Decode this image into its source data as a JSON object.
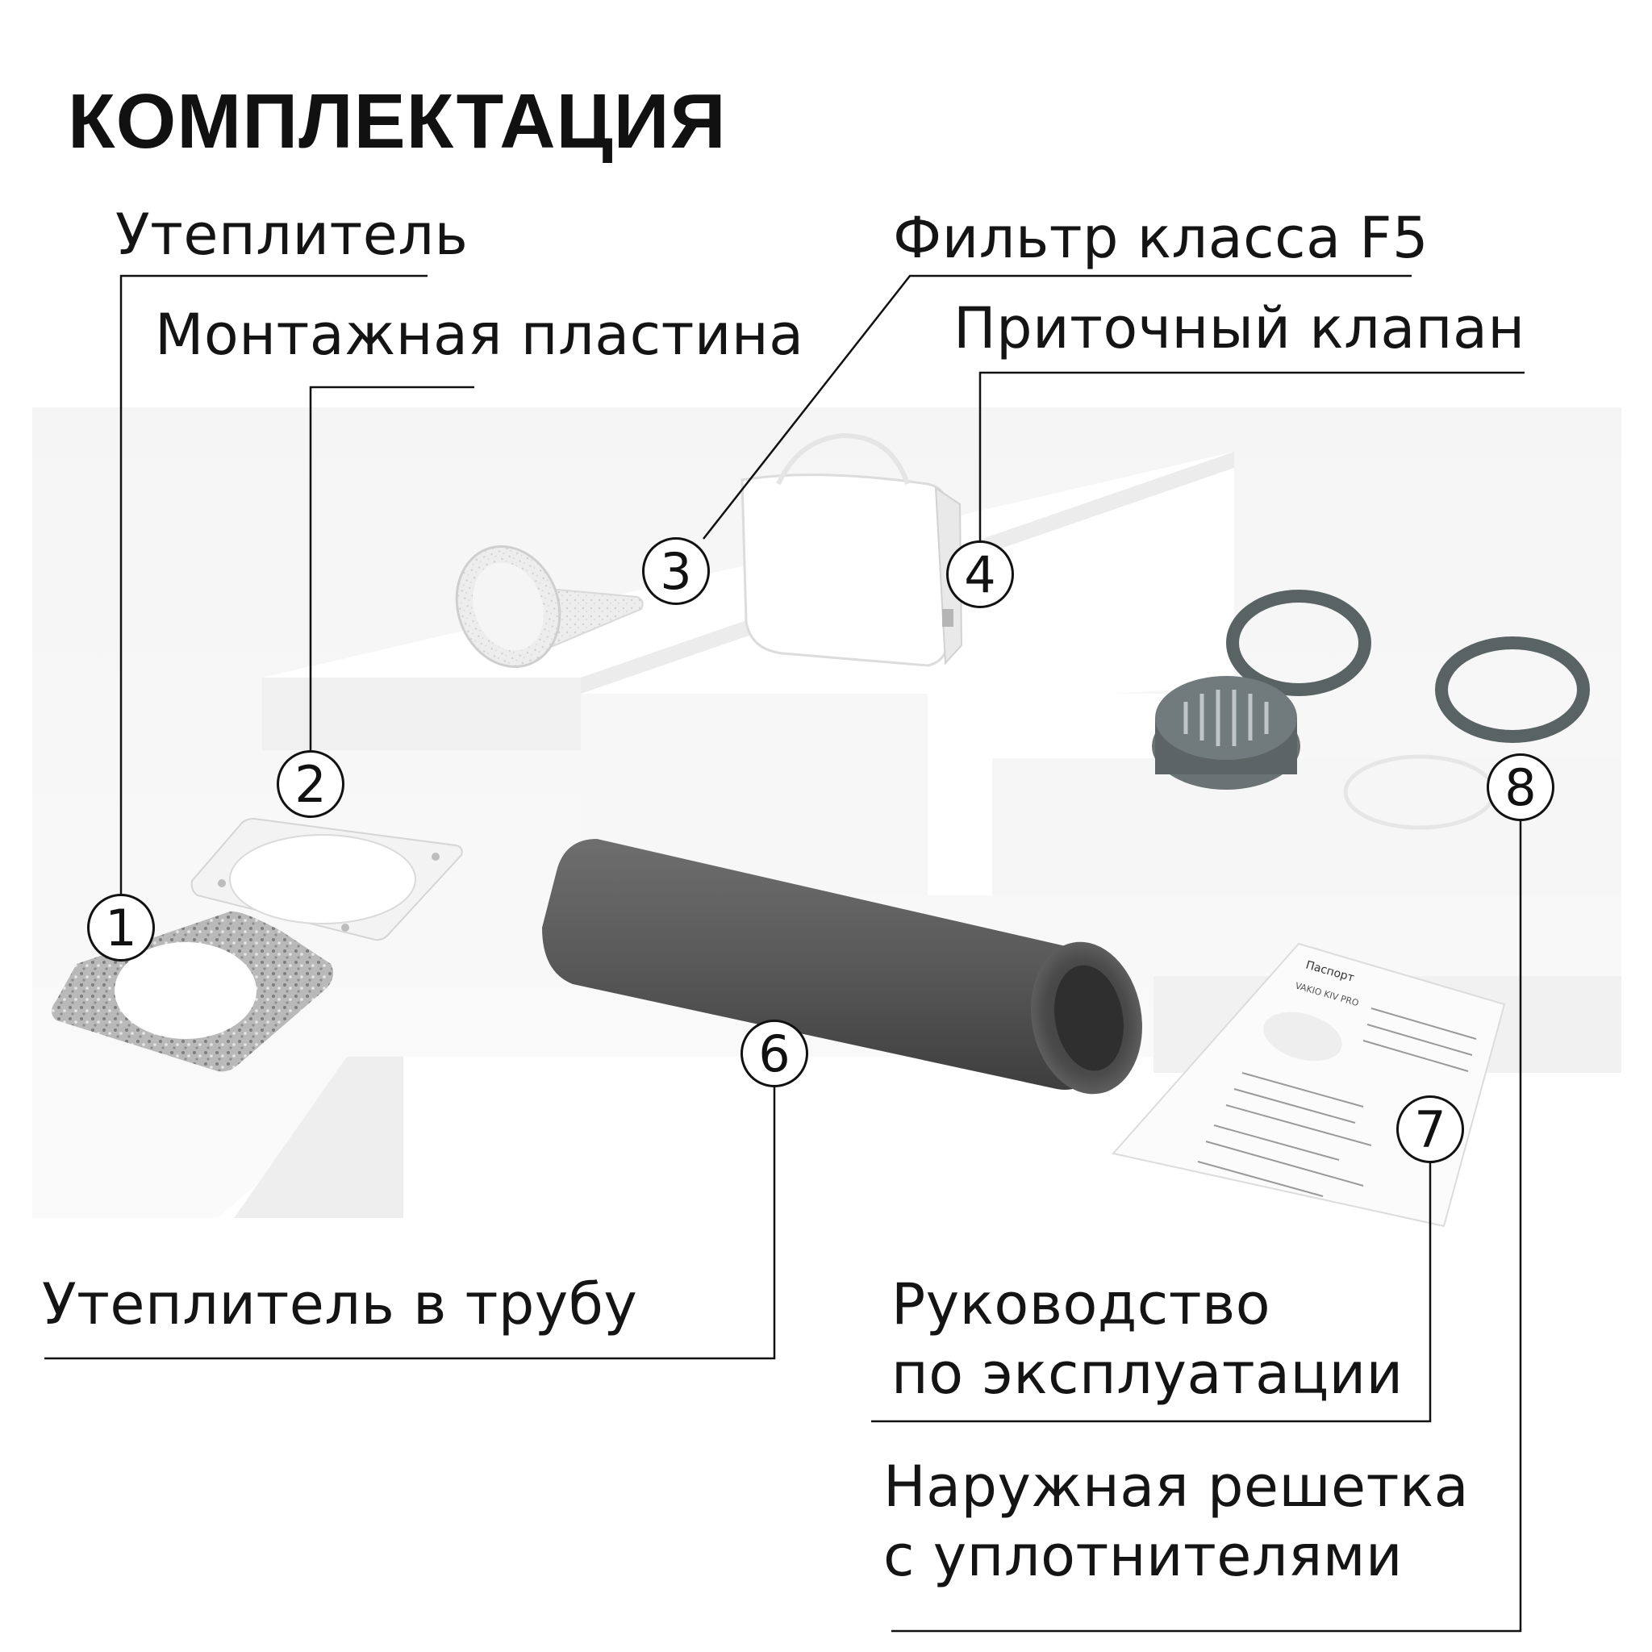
{
  "title": "КОМПЛЕКТАЦИЯ",
  "labels": {
    "insulation": "Утеплитель",
    "mounting_plate": "Монтажная пластина",
    "filter": "Фильтр класса F5",
    "supply_valve": "Приточный клапан",
    "pipe_insulation": "Утеплитель в трубу",
    "manual_line1": "Руководство",
    "manual_line2": "по эксплуатации",
    "grille_line1": "Наружная решетка",
    "grille_line2": "с уплотнителями"
  },
  "markers": [
    "1",
    "2",
    "3",
    "4",
    "6",
    "7",
    "8"
  ],
  "booklet": {
    "title": "Паспорт",
    "model": "VAKIO KIV PRO"
  }
}
